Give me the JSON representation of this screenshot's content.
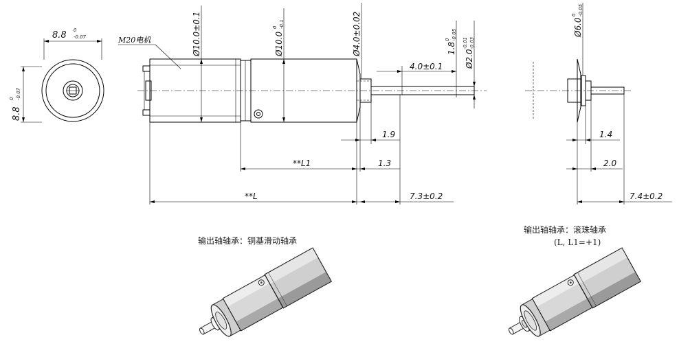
{
  "motor_label": "M20电机",
  "front_view": {
    "width_dim": "8.8",
    "width_tol_upper": "0",
    "width_tol_lower": "-0.07",
    "height_dim": "8.8",
    "height_tol_upper": "0",
    "height_tol_lower": "-0.07"
  },
  "side_view": {
    "motor_dia": "Ø10.0±0.1",
    "gearbox_dia_base": "Ø10.0",
    "gearbox_dia_tol_upper": "0",
    "gearbox_dia_tol_lower": "-0.1",
    "boss_dia": "Ø4.0±0.02",
    "shaft_flat_base": "1.8",
    "shaft_flat_tol_upper": "0",
    "shaft_flat_tol_lower": "-0.05",
    "shaft_dia_base": "Ø2.0",
    "shaft_dia_tol_upper": "-0.01",
    "shaft_dia_tol_lower": "-0.03",
    "flat_length": "4.0±0.1",
    "dim_1_9": "1.9",
    "dim_1_3": "1.3",
    "dim_L1": "**L1",
    "dim_L": "**L",
    "dim_shaft_len": "7.3±0.2"
  },
  "alt_view": {
    "boss_dia_base": "Ø6.0",
    "boss_dia_tol_upper": "0",
    "boss_dia_tol_lower": "-0.05",
    "dim_1_4": "1.4",
    "dim_2_0": "2.0",
    "dim_shaft_len": "7.4±0.2"
  },
  "captions": {
    "left": "输出轴轴承：铜基滑动轴承",
    "right": "输出轴轴承：滚珠轴承",
    "right_sub": "(L, L1=+1)"
  }
}
